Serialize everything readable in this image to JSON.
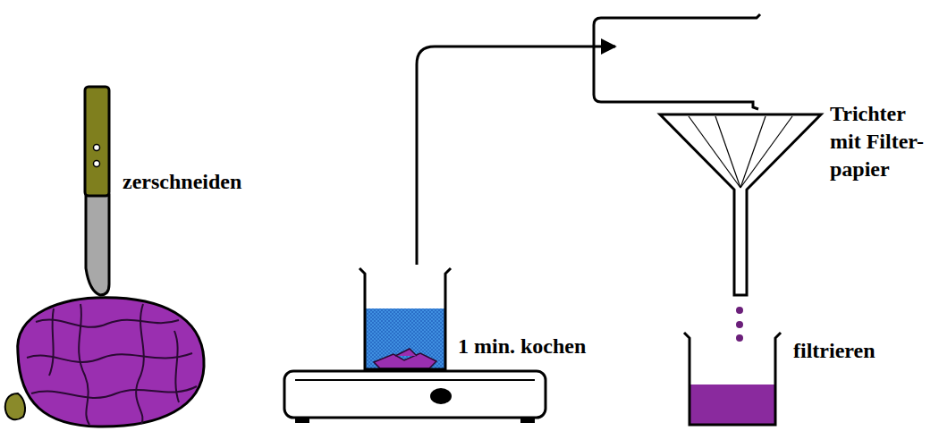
{
  "diagram": {
    "labels": [
      "zerschneiden",
      "1 min. kochen",
      "Trichter mit Filter- papier",
      "filtrieren"
    ]
  }
}
